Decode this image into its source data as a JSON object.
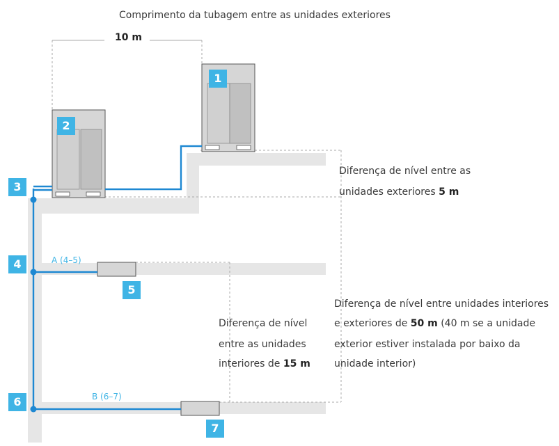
{
  "title": "Comprimento da tubagem entre as unidades exteriores",
  "distance_top": "10 m",
  "outdoor_level_text": {
    "line1": "Diferença de nível entre as",
    "line2": "unidades exteriores ",
    "value": "5 m"
  },
  "indoor_level_text": {
    "line1": "Diferença de nível",
    "line2": "entre as unidades",
    "line3": "interiores de ",
    "value": "15 m"
  },
  "indoor_outdoor_text": {
    "line1": "Diferença de nível entre unidades interiores",
    "line2a": "e exteriores de ",
    "value": "50 m",
    "line2b": " (40 m se a unidade",
    "line3": "exterior estiver instalada por baixo da",
    "line4": "unidade interior)"
  },
  "branches": {
    "a": "A (4–5)",
    "b": "B (6–7)"
  },
  "badges": {
    "b1": "1",
    "b2": "2",
    "b3": "3",
    "b4": "4",
    "b5": "5",
    "b6": "6",
    "b7": "7"
  },
  "colors": {
    "pipe": "#1e88d2",
    "badge": "#3fb4e5",
    "floor": "#e6e6e6",
    "unit": "#d6d6d6"
  }
}
